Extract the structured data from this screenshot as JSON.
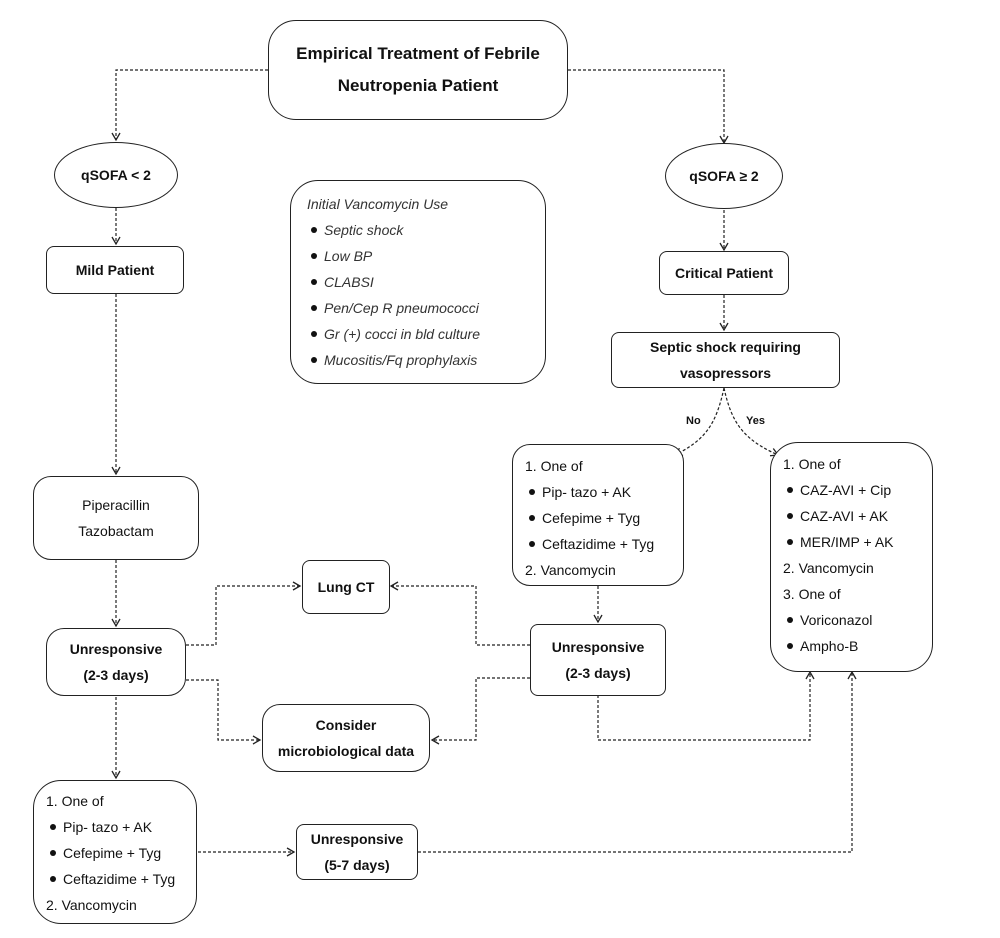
{
  "title": {
    "line1": "Empirical Treatment of Febrile",
    "line2": "Neutropenia Patient"
  },
  "left_branch": {
    "qsofa": "qSOFA < 2",
    "patient": "Mild Patient",
    "treatment_line1": "Piperacillin",
    "treatment_line2": "Tazobactam",
    "unresponsive_line1": "Unresponsive",
    "unresponsive_line2": "(2-3 days)"
  },
  "right_branch": {
    "qsofa": "qSOFA ≥ 2",
    "patient": "Critical Patient",
    "decision_line1": "Septic shock requiring",
    "decision_line2": "vasopressors",
    "no_label": "No",
    "yes_label": "Yes"
  },
  "vancomycin_box": {
    "heading": "Initial Vancomycin Use",
    "items": [
      "Septic shock",
      "Low BP",
      "CLABSI",
      "Pen/Cep R pneumococci",
      "Gr (+) cocci in bld culture",
      "Mucositis/Fq prophylaxis"
    ]
  },
  "no_regimen": {
    "line1": "1. One of",
    "items": [
      "Pip- tazo + AK",
      "Cefepime + Tyg",
      "Ceftazidime + Tyg"
    ],
    "line2": "2. Vancomycin"
  },
  "yes_regimen": {
    "line1": "1. One of",
    "items1": [
      "CAZ-AVI + Cip",
      "CAZ-AVI + AK",
      "MER/IMP + AK"
    ],
    "line2": "2. Vancomycin",
    "line3": "3. One of",
    "items2": [
      "Voriconazol",
      "Ampho-B"
    ]
  },
  "right_unresponsive": {
    "line1": "Unresponsive",
    "line2": "(2-3 days)"
  },
  "lung_ct": "Lung CT",
  "micro": {
    "line1": "Consider",
    "line2": "microbiological data"
  },
  "bottom_regimen": {
    "line1": "1. One of",
    "items": [
      "Pip- tazo + AK",
      "Cefepime + Tyg",
      "Ceftazidime + Tyg"
    ],
    "line2": "2. Vancomycin"
  },
  "bottom_unresponsive": {
    "line1": "Unresponsive",
    "line2": "(5-7 days)"
  }
}
